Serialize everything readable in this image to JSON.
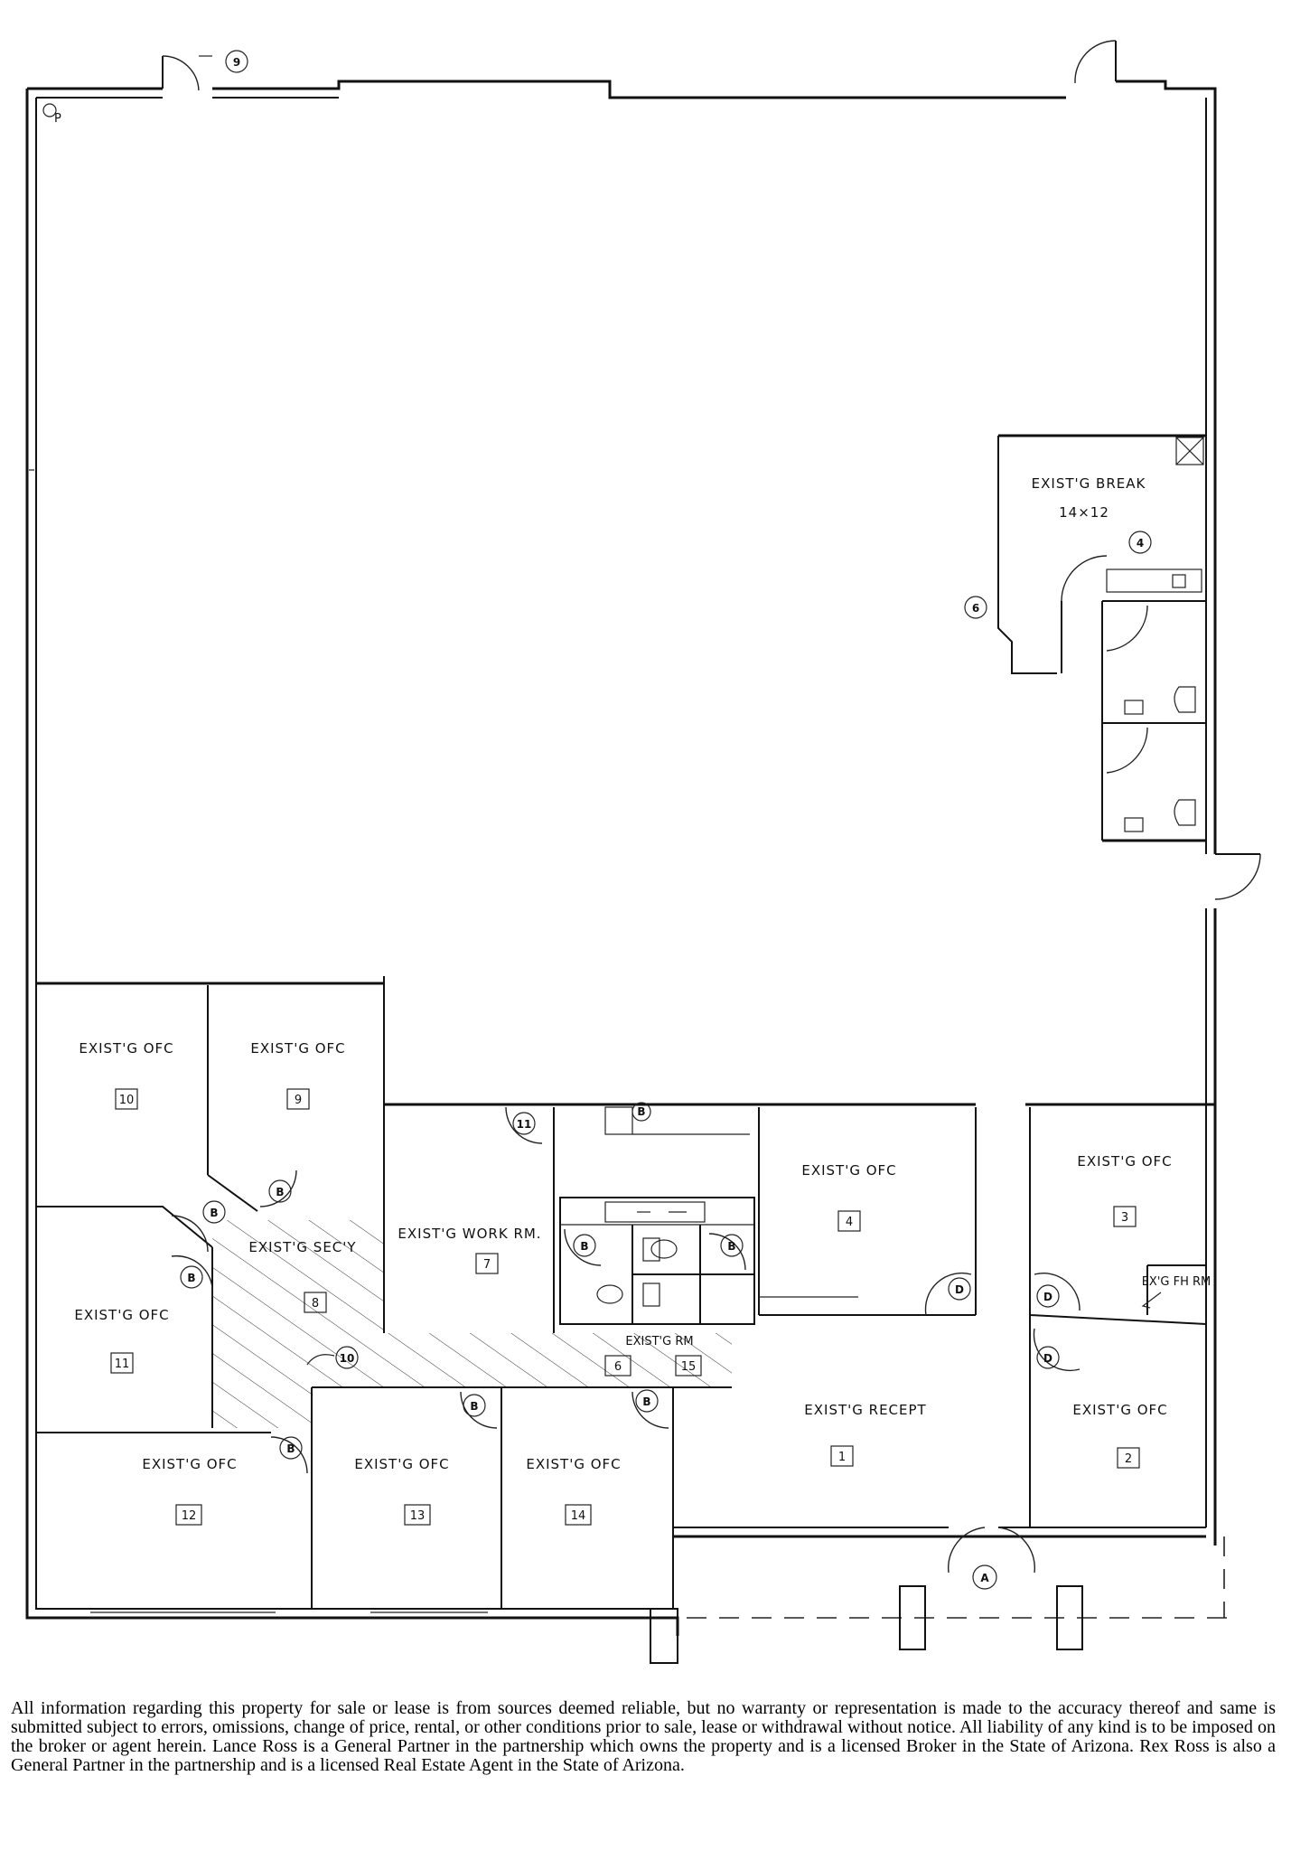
{
  "rooms": [
    {
      "id": "break",
      "label": "EXIST'G BREAK",
      "size": "14×12"
    },
    {
      "id": "ofc-10",
      "label": "EXIST'G OFC",
      "number": "10"
    },
    {
      "id": "ofc-9",
      "label": "EXIST'G OFC",
      "number": "9"
    },
    {
      "id": "ofc-11",
      "label": "EXIST'G OFC",
      "number": "11"
    },
    {
      "id": "sec-8",
      "label": "EXIST'G SEC'Y",
      "number": "8"
    },
    {
      "id": "work-7",
      "label": "EXIST'G WORK RM.",
      "number": "7"
    },
    {
      "id": "ofc-4",
      "label": "EXIST'G OFC",
      "number": "4"
    },
    {
      "id": "ofc-3",
      "label": "EXIST'G OFC",
      "number": "3"
    },
    {
      "id": "ofc-2",
      "label": "EXIST'G OFC",
      "number": "2"
    },
    {
      "id": "recept-1",
      "label": "EXIST'G RECEPT",
      "number": "1"
    },
    {
      "id": "ofc-12",
      "label": "EXIST'G OFC",
      "number": "12"
    },
    {
      "id": "ofc-13",
      "label": "EXIST'G OFC",
      "number": "13"
    },
    {
      "id": "ofc-14",
      "label": "EXIST'G OFC",
      "number": "14"
    },
    {
      "id": "rm-6",
      "label": "EXIST'G RM",
      "number": "6"
    },
    {
      "id": "rm-15",
      "number": "15"
    },
    {
      "id": "fh-rm",
      "label": "EX'G FH RM"
    }
  ],
  "door_tags": [
    "9",
    "4",
    "6",
    "11",
    "B",
    "B",
    "B",
    "B",
    "B",
    "B",
    "B",
    "B",
    "D",
    "D",
    "D",
    "A",
    "10",
    "B"
  ],
  "corner_note": "P",
  "disclaimer": "All information regarding this property for sale or lease is from sources deemed reliable, but no warranty or representation is made to the accuracy thereof and same is submitted subject to errors, omissions, change of price, rental, or other conditions prior to sale, lease or withdrawal without notice.  All liability of any kind is to be imposed on the broker or agent herein. Lance Ross is a General Partner in the partnership which owns the property and is a licensed Broker in the State of Arizona. Rex Ross is also a  General Partner in the partnership and is a licensed Real Estate Agent in the State of Arizona."
}
